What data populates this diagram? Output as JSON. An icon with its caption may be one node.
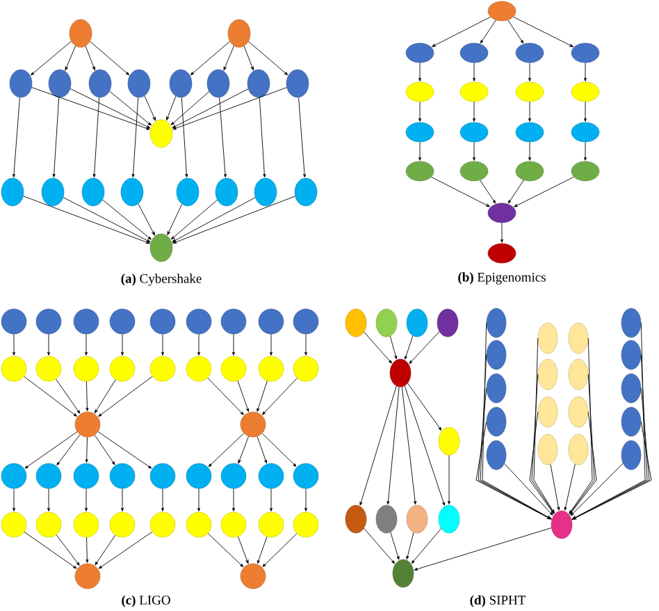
{
  "diagram": {
    "nodes": [
      {
        "text": [],
        "shape": "ellipse"
      },
      {
        "text": [],
        "shape": "ellipse"
      },
      {
        "text": [],
        "shape": "ellipse"
      },
      {
        "text": [],
        "shape": "ellipse"
      },
      {
        "text": [],
        "shape": "ellipse"
      },
      {
        "text": [],
        "shape": "ellipse"
      },
      {
        "text": [],
        "shape": "ellipse"
      },
      {
        "text": [],
        "shape": "ellipse"
      },
      {
        "text": [],
        "shape": "ellipse"
      },
      {
        "text": [],
        "shape": "ellipse"
      },
      {
        "text": [],
        "shape": "ellipse"
      },
      {
        "text": [],
        "shape": "ellipse"
      },
      {
        "text": [],
        "shape": "ellipse"
      },
      {
        "text": [],
        "shape": "ellipse"
      },
      {
        "text": [],
        "shape": "ellipse"
      },
      {
        "text": [],
        "shape": "ellipse"
      },
      {
        "text": [],
        "shape": "ellipse"
      },
      {
        "text": [],
        "shape": "ellipse"
      },
      {
        "text": [],
        "shape": "ellipse"
      },
      {
        "text": [],
        "shape": "ellipse"
      },
      {
        "text": [],
        "shape": "ellipse"
      },
      {
        "text": [],
        "shape": "ellipse"
      },
      {
        "text": [],
        "shape": "ellipse"
      },
      {
        "text": [],
        "shape": "ellipse"
      },
      {
        "text": [],
        "shape": "ellipse"
      },
      {
        "text": [],
        "shape": "ellipse"
      },
      {
        "text": [],
        "shape": "ellipse"
      },
      {
        "text": [],
        "shape": "ellipse"
      },
      {
        "text": [],
        "shape": "ellipse"
      },
      {
        "text": [],
        "shape": "ellipse"
      },
      {
        "text": [],
        "shape": "ellipse"
      },
      {
        "text": [],
        "shape": "ellipse"
      },
      {
        "text": [],
        "shape": "ellipse"
      },
      {
        "text": [],
        "shape": "ellipse"
      },
      {
        "text": [],
        "shape": "ellipse"
      },
      {
        "text": [],
        "shape": "ellipse"
      },
      {
        "text": [],
        "shape": "ellipse"
      },
      {
        "text": [],
        "shape": "ellipse"
      },
      {
        "text": [],
        "shape": "ellipse"
      },
      {
        "text": [],
        "shape": "circle"
      },
      {
        "text": [],
        "shape": "circle"
      },
      {
        "text": [],
        "shape": "circle"
      },
      {
        "text": [],
        "shape": "circle"
      },
      {
        "text": [],
        "shape": "circle"
      },
      {
        "text": [],
        "shape": "circle"
      },
      {
        "text": [],
        "shape": "circle"
      },
      {
        "text": [],
        "shape": "circle"
      },
      {
        "text": [],
        "shape": "circle"
      },
      {
        "text": [],
        "shape": "circle"
      },
      {
        "text": [],
        "shape": "circle"
      },
      {
        "text": [],
        "shape": "circle"
      },
      {
        "text": [],
        "shape": "circle"
      },
      {
        "text": [],
        "shape": "circle"
      },
      {
        "text": [],
        "shape": "circle"
      },
      {
        "text": [],
        "shape": "circle"
      },
      {
        "text": [],
        "shape": "circle"
      },
      {
        "text": [],
        "shape": "circle"
      },
      {
        "text": [],
        "shape": "circle"
      },
      {
        "text": [],
        "shape": "circle"
      },
      {
        "text": [],
        "shape": "circle"
      },
      {
        "text": [],
        "shape": "circle"
      },
      {
        "text": [],
        "shape": "circle"
      },
      {
        "text": [],
        "shape": "circle"
      },
      {
        "text": [],
        "shape": "circle"
      },
      {
        "text": [],
        "shape": "circle"
      },
      {
        "text": [],
        "shape": "circle"
      },
      {
        "text": [],
        "shape": "circle"
      },
      {
        "text": [],
        "shape": "circle"
      },
      {
        "text": [],
        "shape": "circle"
      },
      {
        "text": [],
        "shape": "circle"
      },
      {
        "text": [],
        "shape": "circle"
      },
      {
        "text": [],
        "shape": "circle"
      },
      {
        "text": [],
        "shape": "circle"
      },
      {
        "text": [],
        "shape": "circle"
      },
      {
        "text": [],
        "shape": "circle"
      },
      {
        "text": [],
        "shape": "circle"
      },
      {
        "text": [],
        "shape": "circle"
      },
      {
        "text": [],
        "shape": "circle"
      },
      {
        "text": [],
        "shape": "circle"
      },
      {
        "text": [],
        "shape": "ellipse"
      },
      {
        "text": [],
        "shape": "ellipse"
      },
      {
        "text": [],
        "shape": "ellipse"
      },
      {
        "text": [],
        "shape": "ellipse"
      },
      {
        "text": [],
        "shape": "ellipse"
      },
      {
        "text": [],
        "shape": "ellipse"
      },
      {
        "text": [],
        "shape": "ellipse"
      },
      {
        "text": [],
        "shape": "ellipse"
      },
      {
        "text": [],
        "shape": "ellipse"
      },
      {
        "text": [],
        "shape": "ellipse"
      },
      {
        "text": [],
        "shape": "ellipse"
      },
      {
        "text": [],
        "shape": "ellipse"
      },
      {
        "text": [],
        "shape": "ellipse"
      },
      {
        "text": [],
        "shape": "ellipse"
      },
      {
        "text": [],
        "shape": "ellipse"
      },
      {
        "text": [],
        "shape": "ellipse"
      },
      {
        "text": [],
        "shape": "ellipse"
      },
      {
        "text": [],
        "shape": "ellipse"
      },
      {
        "text": [],
        "shape": "ellipse"
      },
      {
        "text": [],
        "shape": "ellipse"
      },
      {
        "text": [],
        "shape": "ellipse"
      },
      {
        "text": [],
        "shape": "ellipse"
      },
      {
        "text": [],
        "shape": "ellipse"
      },
      {
        "text": [],
        "shape": "ellipse"
      },
      {
        "text": [],
        "shape": "ellipse"
      },
      {
        "text": [],
        "shape": "ellipse"
      },
      {
        "text": [],
        "shape": "ellipse"
      },
      {
        "text": [],
        "shape": "ellipse"
      },
      {
        "text": [],
        "shape": "ellipse"
      },
      {
        "text": [],
        "shape": "ellipse"
      }
    ],
    "edges": [
      {
        "from": 0,
        "to": 2,
        "arrow": "to"
      },
      {
        "from": 0,
        "to": 3,
        "arrow": "to"
      },
      {
        "from": 0,
        "to": 4,
        "arrow": "to"
      },
      {
        "from": 0,
        "to": 5,
        "arrow": "to"
      },
      {
        "from": 1,
        "to": 6,
        "arrow": "to"
      },
      {
        "from": 1,
        "to": 7,
        "arrow": "to"
      },
      {
        "from": 1,
        "to": 8,
        "arrow": "to"
      },
      {
        "from": 1,
        "to": 9,
        "arrow": "to"
      },
      {
        "from": 2,
        "to": 10,
        "arrow": "to"
      },
      {
        "from": 3,
        "to": 10,
        "arrow": "to"
      },
      {
        "from": 4,
        "to": 10,
        "arrow": "to"
      },
      {
        "from": 5,
        "to": 10,
        "arrow": "to"
      },
      {
        "from": 6,
        "to": 10,
        "arrow": "to"
      },
      {
        "from": 7,
        "to": 10,
        "arrow": "to"
      },
      {
        "from": 8,
        "to": 10,
        "arrow": "to"
      },
      {
        "from": 9,
        "to": 10,
        "arrow": "to"
      },
      {
        "from": 2,
        "to": 11,
        "arrow": "to"
      },
      {
        "from": 3,
        "to": 12,
        "arrow": "to"
      },
      {
        "from": 4,
        "to": 13,
        "arrow": "to"
      },
      {
        "from": 5,
        "to": 14,
        "arrow": "to"
      },
      {
        "from": 6,
        "to": 15,
        "arrow": "to"
      },
      {
        "from": 7,
        "to": 16,
        "arrow": "to"
      },
      {
        "from": 8,
        "to": 17,
        "arrow": "to"
      },
      {
        "from": 9,
        "to": 18,
        "arrow": "to"
      },
      {
        "from": 11,
        "to": 19,
        "arrow": "to"
      },
      {
        "from": 12,
        "to": 19,
        "arrow": "to"
      },
      {
        "from": 13,
        "to": 19,
        "arrow": "to"
      },
      {
        "from": 14,
        "to": 19,
        "arrow": "to"
      },
      {
        "from": 15,
        "to": 19,
        "arrow": "to"
      },
      {
        "from": 16,
        "to": 19,
        "arrow": "to"
      },
      {
        "from": 17,
        "to": 19,
        "arrow": "to"
      },
      {
        "from": 18,
        "to": 19,
        "arrow": "to"
      },
      {
        "from": 20,
        "to": 21,
        "arrow": "to"
      },
      {
        "from": 20,
        "to": 22,
        "arrow": "to"
      },
      {
        "from": 20,
        "to": 23,
        "arrow": "to"
      },
      {
        "from": 20,
        "to": 24,
        "arrow": "to"
      },
      {
        "from": 21,
        "to": 25,
        "arrow": "to"
      },
      {
        "from": 22,
        "to": 26,
        "arrow": "to"
      },
      {
        "from": 23,
        "to": 27,
        "arrow": "to"
      },
      {
        "from": 24,
        "to": 28,
        "arrow": "to"
      },
      {
        "from": 25,
        "to": 29,
        "arrow": "to"
      },
      {
        "from": 26,
        "to": 30,
        "arrow": "to"
      },
      {
        "from": 27,
        "to": 31,
        "arrow": "to"
      },
      {
        "from": 28,
        "to": 32,
        "arrow": "to"
      },
      {
        "from": 29,
        "to": 33,
        "arrow": "to"
      },
      {
        "from": 30,
        "to": 34,
        "arrow": "to"
      },
      {
        "from": 31,
        "to": 35,
        "arrow": "to"
      },
      {
        "from": 32,
        "to": 36,
        "arrow": "to"
      },
      {
        "from": 33,
        "to": 37,
        "arrow": "to"
      },
      {
        "from": 34,
        "to": 37,
        "arrow": "to"
      },
      {
        "from": 35,
        "to": 37,
        "arrow": "to"
      },
      {
        "from": 36,
        "to": 37,
        "arrow": "to"
      },
      {
        "from": 37,
        "to": 38,
        "arrow": "to"
      },
      {
        "from": 39,
        "to": 48,
        "arrow": "to"
      },
      {
        "from": 40,
        "to": 49,
        "arrow": "to"
      },
      {
        "from": 41,
        "to": 50,
        "arrow": "to"
      },
      {
        "from": 42,
        "to": 51,
        "arrow": "to"
      },
      {
        "from": 43,
        "to": 52,
        "arrow": "to"
      },
      {
        "from": 44,
        "to": 53,
        "arrow": "to"
      },
      {
        "from": 45,
        "to": 54,
        "arrow": "to"
      },
      {
        "from": 46,
        "to": 55,
        "arrow": "to"
      },
      {
        "from": 47,
        "to": 56,
        "arrow": "to"
      },
      {
        "from": 48,
        "to": 57,
        "arrow": "to"
      },
      {
        "from": 49,
        "to": 57,
        "arrow": "to"
      },
      {
        "from": 50,
        "to": 57,
        "arrow": "to"
      },
      {
        "from": 51,
        "to": 57,
        "arrow": "to"
      },
      {
        "from": 52,
        "to": 57,
        "arrow": "to"
      },
      {
        "from": 53,
        "to": 58,
        "arrow": "to"
      },
      {
        "from": 54,
        "to": 58,
        "arrow": "to"
      },
      {
        "from": 55,
        "to": 58,
        "arrow": "to"
      },
      {
        "from": 56,
        "to": 58,
        "arrow": "to"
      },
      {
        "from": 57,
        "to": 59,
        "arrow": "to"
      },
      {
        "from": 57,
        "to": 60,
        "arrow": "to"
      },
      {
        "from": 57,
        "to": 61,
        "arrow": "to"
      },
      {
        "from": 57,
        "to": 62,
        "arrow": "to"
      },
      {
        "from": 57,
        "to": 63,
        "arrow": "to"
      },
      {
        "from": 58,
        "to": 64,
        "arrow": "to"
      },
      {
        "from": 58,
        "to": 65,
        "arrow": "to"
      },
      {
        "from": 58,
        "to": 66,
        "arrow": "to"
      },
      {
        "from": 58,
        "to": 67,
        "arrow": "to"
      },
      {
        "from": 59,
        "to": 68,
        "arrow": "to"
      },
      {
        "from": 60,
        "to": 69,
        "arrow": "to"
      },
      {
        "from": 61,
        "to": 70,
        "arrow": "to"
      },
      {
        "from": 62,
        "to": 71,
        "arrow": "to"
      },
      {
        "from": 63,
        "to": 72,
        "arrow": "to"
      },
      {
        "from": 64,
        "to": 73,
        "arrow": "to"
      },
      {
        "from": 65,
        "to": 74,
        "arrow": "to"
      },
      {
        "from": 66,
        "to": 75,
        "arrow": "to"
      },
      {
        "from": 67,
        "to": 76,
        "arrow": "to"
      },
      {
        "from": 68,
        "to": 77,
        "arrow": "to"
      },
      {
        "from": 69,
        "to": 77,
        "arrow": "to"
      },
      {
        "from": 70,
        "to": 77,
        "arrow": "to"
      },
      {
        "from": 71,
        "to": 77,
        "arrow": "to"
      },
      {
        "from": 72,
        "to": 77,
        "arrow": "to"
      },
      {
        "from": 73,
        "to": 78,
        "arrow": "to"
      },
      {
        "from": 74,
        "to": 78,
        "arrow": "to"
      },
      {
        "from": 75,
        "to": 78,
        "arrow": "to"
      },
      {
        "from": 76,
        "to": 78,
        "arrow": "to"
      },
      {
        "from": 79,
        "to": 83,
        "arrow": "to"
      },
      {
        "from": 80,
        "to": 83,
        "arrow": "to"
      },
      {
        "from": 81,
        "to": 83,
        "arrow": "to"
      },
      {
        "from": 82,
        "to": 83,
        "arrow": "to"
      },
      {
        "from": 83,
        "to": 84,
        "arrow": "to"
      },
      {
        "from": 83,
        "to": 85,
        "arrow": "to"
      },
      {
        "from": 83,
        "to": 86,
        "arrow": "to"
      },
      {
        "from": 83,
        "to": 87,
        "arrow": "to"
      },
      {
        "from": 83,
        "to": 88,
        "arrow": "to"
      },
      {
        "from": 84,
        "to": 88,
        "arrow": "to"
      },
      {
        "from": 85,
        "to": 89,
        "arrow": "to"
      },
      {
        "from": 86,
        "to": 89,
        "arrow": "to"
      },
      {
        "from": 87,
        "to": 89,
        "arrow": "to"
      },
      {
        "from": 88,
        "to": 89,
        "arrow": "to"
      },
      {
        "from": 90,
        "to": 108,
        "arrow": "to"
      },
      {
        "from": 91,
        "to": 108,
        "arrow": "to"
      },
      {
        "from": 92,
        "to": 108,
        "arrow": "to"
      },
      {
        "from": 93,
        "to": 108,
        "arrow": "to"
      },
      {
        "from": 94,
        "to": 108,
        "arrow": "to"
      },
      {
        "from": 95,
        "to": 108,
        "arrow": "to"
      },
      {
        "from": 96,
        "to": 108,
        "arrow": "to"
      },
      {
        "from": 97,
        "to": 108,
        "arrow": "to"
      },
      {
        "from": 98,
        "to": 108,
        "arrow": "to"
      },
      {
        "from": 99,
        "to": 108,
        "arrow": "to"
      },
      {
        "from": 100,
        "to": 108,
        "arrow": "to"
      },
      {
        "from": 101,
        "to": 108,
        "arrow": "to"
      },
      {
        "from": 102,
        "to": 108,
        "arrow": "to"
      },
      {
        "from": 103,
        "to": 108,
        "arrow": "to"
      },
      {
        "from": 104,
        "to": 108,
        "arrow": "to"
      },
      {
        "from": 105,
        "to": 108,
        "arrow": "to"
      },
      {
        "from": 106,
        "to": 108,
        "arrow": "to"
      },
      {
        "from": 107,
        "to": 108,
        "arrow": "to"
      },
      {
        "from": 108,
        "to": 89,
        "arrow": "to"
      }
    ],
    "labels": [
      "**(a)** Cybershake",
      "**(b)** Epigenomics",
      "**(c)** LIGO",
      "**(d)** SIPHT"
    ]
  }
}
